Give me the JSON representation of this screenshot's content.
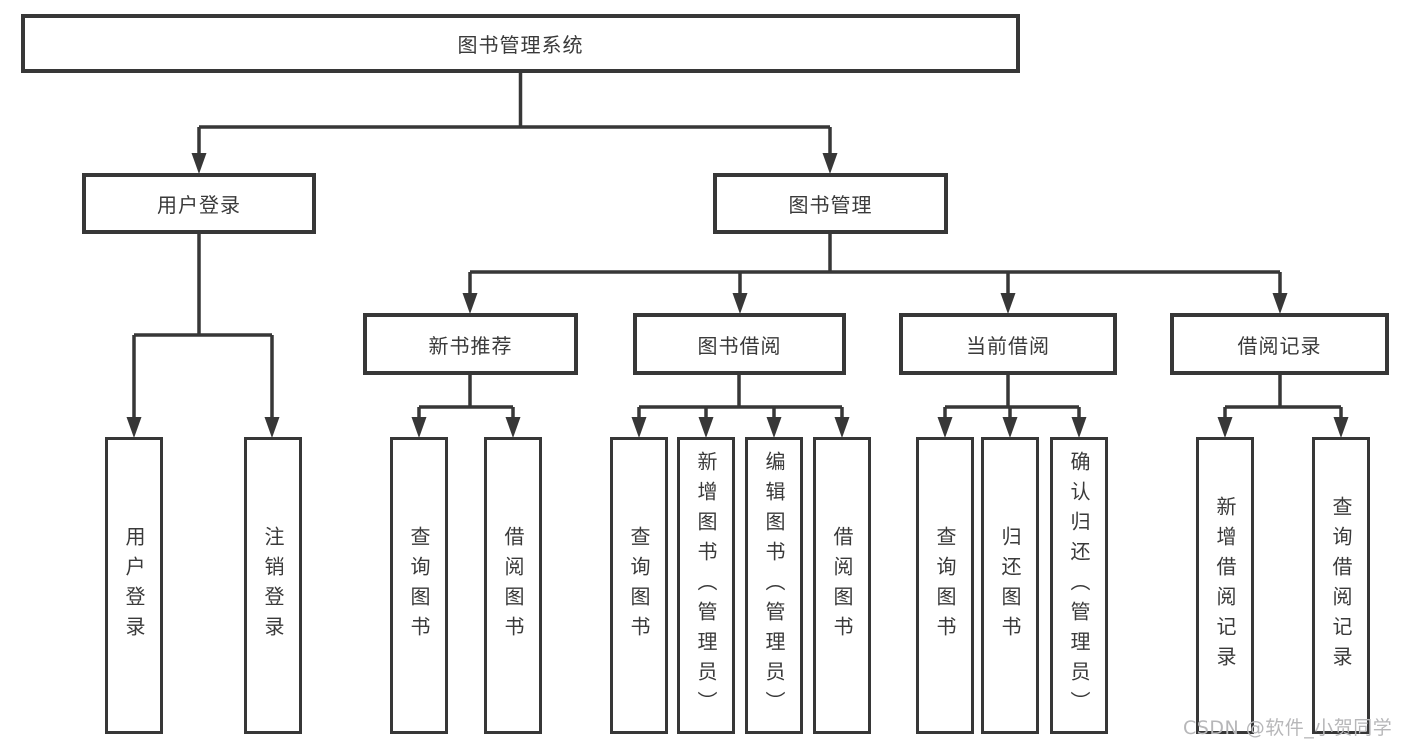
{
  "diagram": {
    "root": {
      "label": "图书管理系统"
    },
    "level2": {
      "login": {
        "label": "用户登录"
      },
      "mgmt": {
        "label": "图书管理"
      }
    },
    "level3": {
      "newbook": {
        "label": "新书推荐"
      },
      "borrow": {
        "label": "图书借阅"
      },
      "current": {
        "label": "当前借阅"
      },
      "records": {
        "label": "借阅记录"
      }
    },
    "leaves": {
      "login": [
        "用户登录",
        "注销登录"
      ],
      "newbook": [
        "查询图书",
        "借阅图书"
      ],
      "borrow": [
        "查询图书",
        "新增图书（管理员）",
        "编辑图书（管理员）",
        "借阅图书"
      ],
      "current": [
        "查询图书",
        "归还图书",
        "确认归还（管理员）"
      ],
      "records": [
        "新增借阅记录",
        "查询借阅记录"
      ]
    }
  },
  "watermark": {
    "text": "CSDN @软件_小贺同学"
  },
  "colors": {
    "line": "#373737",
    "box_border": "#373737",
    "text": "#3a3a3a",
    "watermark": "#b7b7b9",
    "background": "#ffffff"
  }
}
